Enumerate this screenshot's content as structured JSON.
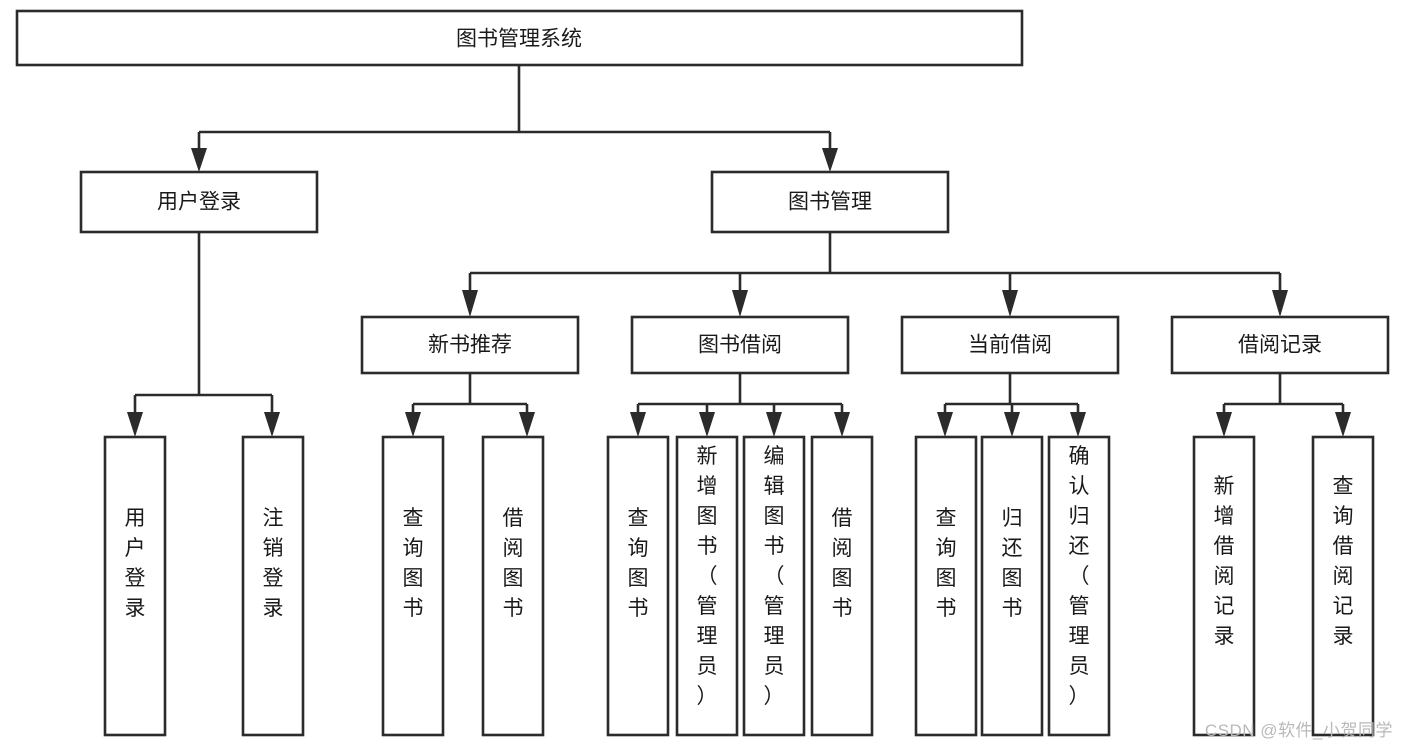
{
  "diagram": {
    "title": "图书管理系统",
    "type": "tree-hierarchy-flowchart",
    "colors": {
      "box_stroke": "#2b2b2b",
      "box_fill": "#ffffff",
      "text": "#1a1a1a",
      "background": "#ffffff",
      "watermark": "#b9b9b9"
    },
    "levels": {
      "root": {
        "label": "图书管理系统"
      },
      "level2": [
        {
          "id": "user-login",
          "label": "用户登录"
        },
        {
          "id": "book-management",
          "label": "图书管理"
        }
      ],
      "level3": [
        {
          "id": "new-book-recommend",
          "label": "新书推荐",
          "parent": "book-management"
        },
        {
          "id": "book-borrow",
          "label": "图书借阅",
          "parent": "book-management"
        },
        {
          "id": "current-borrow",
          "label": "当前借阅",
          "parent": "book-management"
        },
        {
          "id": "borrow-record",
          "label": "借阅记录",
          "parent": "book-management"
        }
      ],
      "leaves": {
        "user-login": [
          {
            "id": "leaf-user-login",
            "label": "用户登录"
          },
          {
            "id": "leaf-user-logout",
            "label": "注销登录"
          }
        ],
        "new-book-recommend": [
          {
            "id": "leaf-query-book-1",
            "label": "查询图书"
          },
          {
            "id": "leaf-borrow-book-1",
            "label": "借阅图书"
          }
        ],
        "book-borrow": [
          {
            "id": "leaf-query-book-2",
            "label": "查询图书"
          },
          {
            "id": "leaf-add-book",
            "label": "新增图书（管理员）"
          },
          {
            "id": "leaf-edit-book",
            "label": "编辑图书（管理员）"
          },
          {
            "id": "leaf-borrow-book-2",
            "label": "借阅图书"
          }
        ],
        "current-borrow": [
          {
            "id": "leaf-query-book-3",
            "label": "查询图书"
          },
          {
            "id": "leaf-return-book",
            "label": "归还图书"
          },
          {
            "id": "leaf-confirm-return",
            "label": "确认归还（管理员）"
          }
        ],
        "borrow-record": [
          {
            "id": "leaf-add-record",
            "label": "新增借阅记录"
          },
          {
            "id": "leaf-query-record",
            "label": "查询借阅记录"
          }
        ]
      }
    }
  },
  "watermark": {
    "text": "CSDN @软件_小贺同学"
  }
}
